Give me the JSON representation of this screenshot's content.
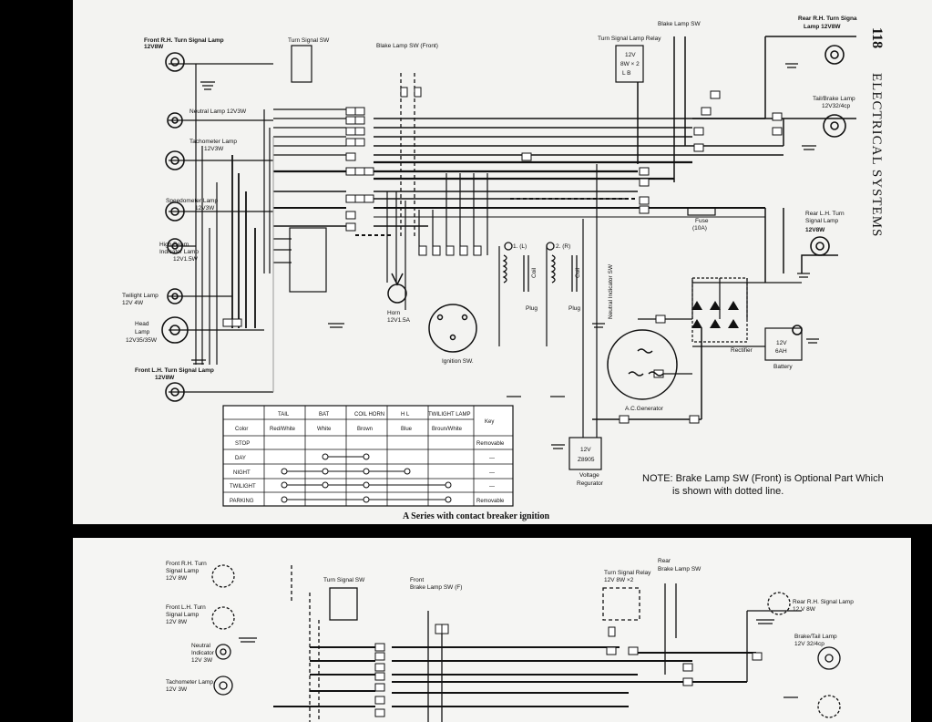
{
  "page_number": "118",
  "section_title": "ELECTRICAL SYSTEMS",
  "caption": "A Series with contact breaker ignition",
  "note": {
    "line1": "NOTE: Brake Lamp SW (Front) is Optional Part Which",
    "line2": "is shown with dotted line."
  },
  "top_labels": {
    "front_rh_turn": [
      "Front R.H. Turn Signal Lamp",
      "12V8W"
    ],
    "turn_signal_sw": "Turn Signal SW",
    "brake_lamp_front": "Blake Lamp SW (Front)",
    "brake_lamp_sw": "Blake Lamp SW",
    "turn_signal_relay": "Turn Signal Lamp Relay",
    "relay_box": [
      "12V",
      "8W × 2",
      "L   B"
    ],
    "rear_rh_turn": [
      "Rear R.H. Turn Signa",
      "Lamp 12V8W"
    ],
    "tail_brake": [
      "Tail/Brake Lamp",
      "12V32/4cp"
    ],
    "neutral_lamp": "Neutral Lamp 12V3W",
    "tacho_lamp": [
      "Tachometer Lamp",
      "12V3W"
    ],
    "speedo_lamp": [
      "Speedometer Lamp",
      "12V3W"
    ],
    "high_beam": [
      "High Beam",
      "Indicator Lamp",
      "12V1.5W"
    ],
    "twilight_lamp": [
      "Twilight Lamp",
      "12V 4W"
    ],
    "head_lamp": [
      "Head",
      "Lamp",
      "12V35/35W"
    ],
    "front_lh_turn": [
      "Front L.H. Turn Signal Lamp",
      "12V8W"
    ],
    "horn": [
      "Horn",
      "12V1.5A"
    ],
    "ignition_sw": "Ignition SW.",
    "coil_l": "1. (L)",
    "coil_r": "2. (R)",
    "coil": "Coil",
    "plug": "Plug",
    "neutral_indicator_sw": "Neutral Indicator SW",
    "fuse": [
      "Fuse",
      "(10A)"
    ],
    "rear_lh_turn": [
      "Rear L.H. Turn",
      "Signal Lamp",
      "12V8W"
    ],
    "rectifier": "Rectifier",
    "battery_box": [
      "12V",
      "6AH"
    ],
    "battery": "Battery",
    "ac_generator": "A.C.Generator",
    "voltage_reg_box": [
      "12V",
      "Z8905"
    ],
    "voltage_regulator": [
      "Voltage",
      "Regurator"
    ]
  },
  "table": {
    "headers": [
      "",
      "TAIL",
      "BAT",
      "COIL HORN",
      "H L",
      "TWILIGHT LAMP",
      "Key"
    ],
    "color_row": [
      "Color",
      "Red/White",
      "White",
      "Brown",
      "Blue",
      "Broun/White"
    ],
    "rows": [
      {
        "label": "STOP",
        "key": "Removable"
      },
      {
        "label": "DAY",
        "key": "—"
      },
      {
        "label": "NIGHT",
        "key": "—"
      },
      {
        "label": "TWILIGHT",
        "key": "—"
      },
      {
        "label": "PARKING",
        "key": "Removable"
      }
    ]
  },
  "bottom_labels": {
    "front_rh_turn": [
      "Front R.H. Turn",
      "Signal Lamp",
      "12V 8W"
    ],
    "front_lh_turn": [
      "Front L.H. Turn",
      "Signal Lamp",
      "12V 8W"
    ],
    "neutral": [
      "Neutral",
      "Indicator",
      "12V 3W"
    ],
    "tacho": [
      "Tachometer Lamp",
      "12V 3W"
    ],
    "turn_signal_sw": "Turn Signal SW",
    "front_brake": [
      "Front",
      "Brake Lamp SW (F)"
    ],
    "turn_signal_relay": [
      "Turn Signal Relay",
      "12V 8W ×2"
    ],
    "rear_brake": [
      "Rear",
      "Brake Lamp SW"
    ],
    "rear_rh_signal": [
      "Rear R.H. Signal Lamp",
      "12 V  8W"
    ],
    "brake_tail": [
      "Brake/Tail Lamp",
      "12V 32/4cp"
    ]
  }
}
